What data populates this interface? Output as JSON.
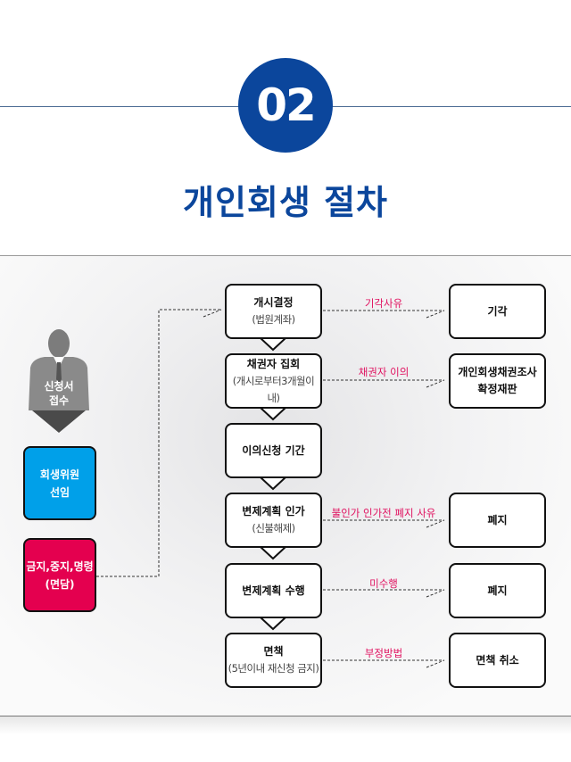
{
  "header": {
    "number": "02",
    "title": "개인회생 절차"
  },
  "left": {
    "person_line1": "신청서",
    "person_line2": "접수",
    "blue_line1": "회생위원",
    "blue_line2": "선임",
    "red_line1": "금지,중지,명령",
    "red_line2": "(면담)",
    "blue_color": "#00a0e9",
    "red_color": "#e4004f"
  },
  "steps": [
    {
      "title": "개시결정",
      "sub": "(법원계좌)",
      "reason": "기각사유",
      "result": "기각"
    },
    {
      "title": "채권자 집회",
      "sub": "(개시로부터3개월이내)",
      "reason": "채권자 이의",
      "result": "개인회생채권조사",
      "result2": "확정재판"
    },
    {
      "title": "이의신청 기간"
    },
    {
      "title": "변제계획 인가",
      "sub": "(신불해제)",
      "reason": "불인가 인가전 폐지 사유",
      "result": "폐지"
    },
    {
      "title": "변제계획 수행",
      "reason": "미수행",
      "result": "폐지"
    },
    {
      "title": "면책",
      "sub": "(5년이내 재신청 금지)",
      "reason": "부정방법",
      "result": "면책 취소"
    }
  ]
}
